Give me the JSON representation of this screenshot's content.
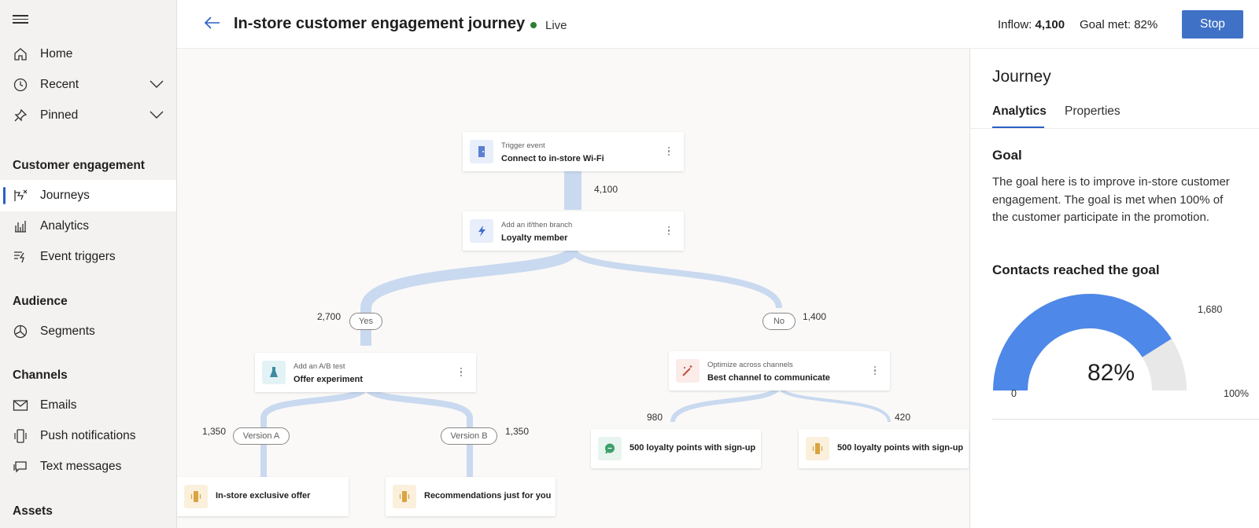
{
  "sidebar": {
    "items": [
      {
        "label": "Home",
        "icon": "home-icon"
      },
      {
        "label": "Recent",
        "icon": "clock-icon"
      },
      {
        "label": "Pinned",
        "icon": "pin-icon"
      }
    ],
    "sections": [
      {
        "title": "Customer engagement",
        "items": [
          {
            "label": "Journeys",
            "icon": "journeys-icon",
            "active": true
          },
          {
            "label": "Analytics",
            "icon": "analytics-icon"
          },
          {
            "label": "Event triggers",
            "icon": "event-triggers-icon"
          }
        ]
      },
      {
        "title": "Audience",
        "items": [
          {
            "label": "Segments",
            "icon": "segments-icon"
          }
        ]
      },
      {
        "title": "Channels",
        "items": [
          {
            "label": "Emails",
            "icon": "mail-icon"
          },
          {
            "label": "Push notifications",
            "icon": "phone-icon"
          },
          {
            "label": "Text messages",
            "icon": "chat-icon"
          }
        ]
      },
      {
        "title": "Assets",
        "items": []
      }
    ]
  },
  "header": {
    "title": "In-store customer engagement journey",
    "status": "Live",
    "inflow_label": "Inflow:",
    "inflow_value": "4,100",
    "goal_label": "Goal met:",
    "goal_value": "82%",
    "stop_label": "Stop"
  },
  "journey": {
    "trigger": {
      "sub": "Trigger event",
      "main": "Connect to in-store Wi-Fi"
    },
    "trigger_count": "4,100",
    "branch": {
      "sub": "Add an if/then branch",
      "main": "Loyalty member"
    },
    "yes_label": "Yes",
    "yes_count": "2,700",
    "no_label": "No",
    "no_count": "1,400",
    "ab_test": {
      "sub": "Add an A/B test",
      "main": "Offer experiment"
    },
    "optimize": {
      "sub": "Optimize across channels",
      "main": "Best channel to communicate"
    },
    "version_a": {
      "label": "Version A",
      "count": "1,350"
    },
    "version_b": {
      "label": "Version B",
      "count": "1,350"
    },
    "leaf_a": "In-store exclusive offer",
    "leaf_b": "Recommendations just for you",
    "channel_1": {
      "count": "980",
      "label": "500 loyalty points with sign-up"
    },
    "channel_2": {
      "count": "420",
      "label": "500 loyalty points with sign-up"
    }
  },
  "panel": {
    "title": "Journey",
    "tabs": [
      "Analytics",
      "Properties"
    ],
    "active_tab": "Analytics",
    "goal_heading": "Goal",
    "goal_text": "The goal here is to improve in-store customer engagement. The goal is met when 100% of the customer participate in the promotion.",
    "contacts_heading": "Contacts reached the goal",
    "gauge": {
      "percent": 82,
      "percent_label": "82%",
      "min_label": "0",
      "max_label": "100%",
      "target_label": "1,680"
    }
  },
  "colors": {
    "accent": "#3f71c6",
    "live": "#2e7d32",
    "flow": "#c9d9ef",
    "gauge_fill": "#4e88e8",
    "gauge_track": "#e8e8e8"
  }
}
